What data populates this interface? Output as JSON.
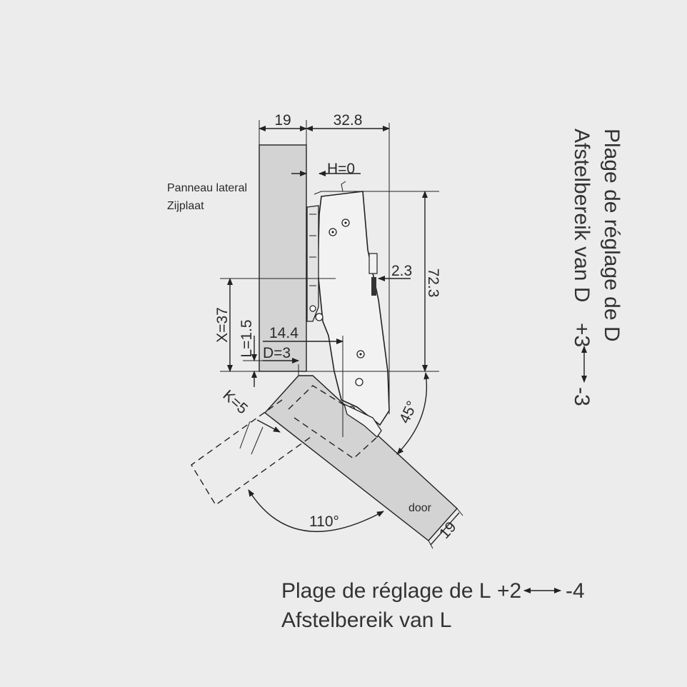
{
  "colors": {
    "background": "#ececec",
    "panel": "#d3d3d3",
    "door": "#d3d3d3",
    "hinge": "#f2f2f2",
    "line": "#222222",
    "text": "#333333"
  },
  "dimensions": {
    "panel_thickness": "19",
    "cup_distance": "32.8",
    "h": "H=0",
    "offset": "2.3",
    "height": "72.3",
    "x": "X=37",
    "l": "L=1.5",
    "depth": "14.4",
    "d": "D=3",
    "k": "K=5",
    "angle_45": "45°",
    "angle_110": "110°",
    "door_thickness": "19"
  },
  "labels": {
    "panel_fr": "Panneau lateral",
    "panel_nl": "Zijplaat",
    "door": "door"
  },
  "range_d": {
    "line1": "Plage de réglage de D",
    "line2": "Afstelbereik van D",
    "plus": "+3",
    "minus": "-3"
  },
  "range_l": {
    "line1": "Plage de réglage de L",
    "plus": "+2",
    "minus": "-4",
    "line2": "Afstelbereik van L"
  }
}
